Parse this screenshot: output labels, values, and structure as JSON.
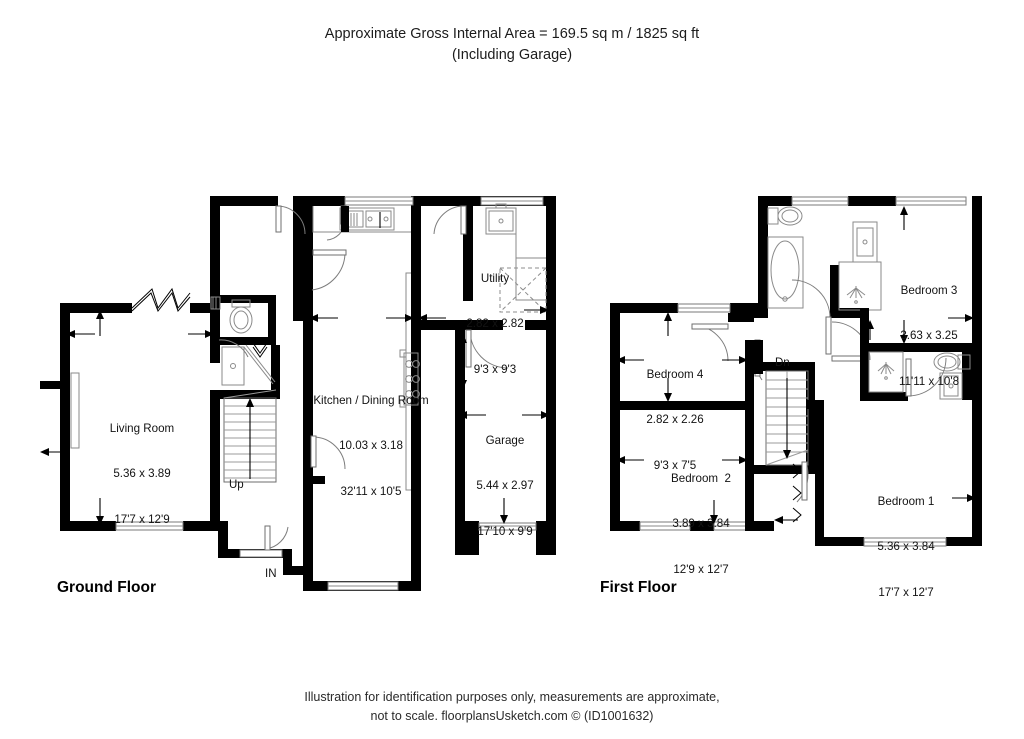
{
  "title": {
    "line1": "Approximate Gross Internal Area = 169.5 sq m / 1825 sq ft",
    "line2": "(Including Garage)"
  },
  "footer": {
    "line1": "Illustration for identification purposes only, measurements are approximate,",
    "line2": "not to scale. floorplansUsketch.com © (ID1001632)"
  },
  "floors": [
    {
      "id": "ground",
      "title": "Ground Floor",
      "rooms": [
        {
          "id": "living-room",
          "name": "Living Room",
          "metric": "5.36 x 3.89",
          "imperial": "17'7 x 12'9"
        },
        {
          "id": "kitchen-dining-room",
          "name": "Kitchen / Dining Room",
          "metric": "10.03 x 3.18",
          "imperial": "32'11 x 10'5"
        },
        {
          "id": "utility",
          "name": "Utility",
          "metric": "2.82 x 2.82",
          "imperial": "9'3 x 9'3"
        },
        {
          "id": "garage",
          "name": "Garage",
          "metric": "5.44 x 2.97",
          "imperial": "17'10 x 9'9"
        }
      ],
      "markers": [
        {
          "id": "stair-up",
          "label": "Up"
        },
        {
          "id": "entrance",
          "label": "IN"
        }
      ]
    },
    {
      "id": "first",
      "title": "First Floor",
      "rooms": [
        {
          "id": "bedroom-3",
          "name": "Bedroom 3",
          "metric": "3.63 x 3.25",
          "imperial": "11'11 x 10'8"
        },
        {
          "id": "bedroom-4",
          "name": "Bedroom 4",
          "metric": "2.82 x 2.26",
          "imperial": "9'3 x 7'5"
        },
        {
          "id": "bedroom-2",
          "name": "Bedroom  2",
          "metric": "3.89 x 3.84",
          "imperial": "12'9 x 12'7"
        },
        {
          "id": "bedroom-1",
          "name": "Bedroom 1",
          "metric": "5.36 x 3.84",
          "imperial": "17'7 x 12'7"
        }
      ],
      "markers": [
        {
          "id": "stair-down",
          "label": "Dn"
        }
      ]
    }
  ],
  "colors": {
    "wall": "#000000",
    "fixture_stroke": "#8a8a8a",
    "text": "#131313",
    "background": "#ffffff"
  }
}
